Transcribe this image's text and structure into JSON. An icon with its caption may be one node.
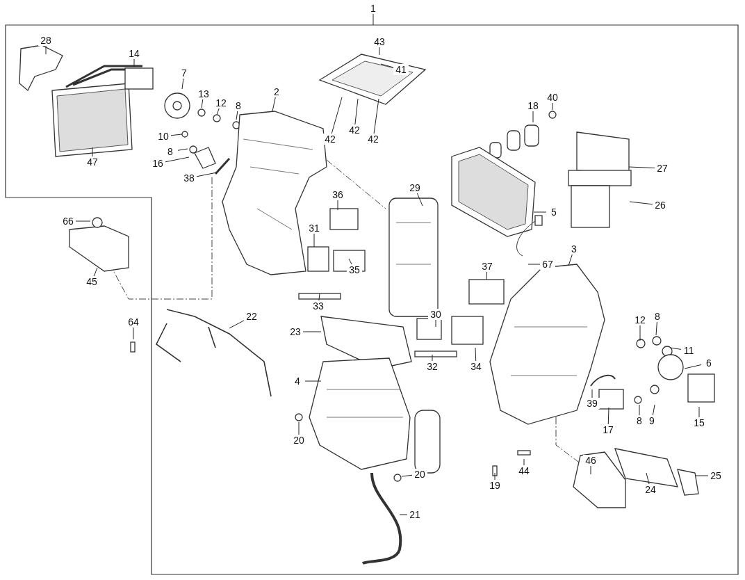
{
  "diagram": {
    "nodes": [
      {
        "text": [
          "1"
        ]
      },
      {
        "text": [
          "28"
        ]
      },
      {
        "text": [
          "43"
        ]
      },
      {
        "text": [
          "14"
        ]
      },
      {
        "text": [
          "41"
        ]
      },
      {
        "text": [
          "7"
        ]
      },
      {
        "text": [
          "2"
        ]
      },
      {
        "text": [
          "13"
        ]
      },
      {
        "text": [
          "12"
        ]
      },
      {
        "text": [
          "8"
        ]
      },
      {
        "text": [
          "40"
        ]
      },
      {
        "text": [
          "18"
        ]
      },
      {
        "text": [
          "10"
        ]
      },
      {
        "text": [
          "8"
        ]
      },
      {
        "text": [
          "42"
        ]
      },
      {
        "text": [
          "42"
        ]
      },
      {
        "text": [
          "42"
        ]
      },
      {
        "text": [
          "16"
        ]
      },
      {
        "text": [
          "47"
        ]
      },
      {
        "text": [
          "27"
        ]
      },
      {
        "text": [
          "38"
        ]
      },
      {
        "text": [
          "29"
        ]
      },
      {
        "text": [
          "36"
        ]
      },
      {
        "text": [
          "26"
        ]
      },
      {
        "text": [
          "5"
        ]
      },
      {
        "text": [
          "66"
        ]
      },
      {
        "text": [
          "31"
        ]
      },
      {
        "text": [
          "3"
        ]
      },
      {
        "text": [
          "37"
        ]
      },
      {
        "text": [
          "67"
        ]
      },
      {
        "text": [
          "35"
        ]
      },
      {
        "text": [
          "45"
        ]
      },
      {
        "text": [
          "33"
        ]
      },
      {
        "text": [
          "30"
        ]
      },
      {
        "text": [
          "22"
        ]
      },
      {
        "text": [
          "8"
        ]
      },
      {
        "text": [
          "12"
        ]
      },
      {
        "text": [
          "64"
        ]
      },
      {
        "text": [
          "23"
        ]
      },
      {
        "text": [
          "11"
        ]
      },
      {
        "text": [
          "6"
        ]
      },
      {
        "text": [
          "32"
        ]
      },
      {
        "text": [
          "34"
        ]
      },
      {
        "text": [
          "4"
        ]
      },
      {
        "text": [
          "39"
        ]
      },
      {
        "text": [
          "8"
        ]
      },
      {
        "text": [
          "9"
        ]
      },
      {
        "text": [
          "15"
        ]
      },
      {
        "text": [
          "17"
        ]
      },
      {
        "text": [
          "20"
        ]
      },
      {
        "text": [
          "46"
        ]
      },
      {
        "text": [
          "44"
        ]
      },
      {
        "text": [
          "20"
        ]
      },
      {
        "text": [
          "25"
        ]
      },
      {
        "text": [
          "19"
        ]
      },
      {
        "text": [
          "24"
        ]
      },
      {
        "text": [
          "21"
        ]
      }
    ],
    "edges": [
      {
        "from": 0,
        "to": null,
        "arrow": "none"
      },
      {
        "from": 1,
        "to": null,
        "arrow": "none"
      },
      {
        "from": 2,
        "to": null,
        "arrow": "none"
      },
      {
        "from": 3,
        "to": null,
        "arrow": "none"
      },
      {
        "from": 4,
        "to": null,
        "arrow": "none"
      },
      {
        "from": 5,
        "to": null,
        "arrow": "none"
      },
      {
        "from": 6,
        "to": null,
        "arrow": "none"
      },
      {
        "from": 7,
        "to": null,
        "arrow": "none"
      },
      {
        "from": 8,
        "to": null,
        "arrow": "none"
      },
      {
        "from": 9,
        "to": null,
        "arrow": "none"
      },
      {
        "from": 10,
        "to": null,
        "arrow": "none"
      },
      {
        "from": 11,
        "to": null,
        "arrow": "none"
      },
      {
        "from": 12,
        "to": null,
        "arrow": "none"
      },
      {
        "from": 13,
        "to": null,
        "arrow": "none"
      },
      {
        "from": 14,
        "to": null,
        "arrow": "none"
      },
      {
        "from": 15,
        "to": null,
        "arrow": "none"
      },
      {
        "from": 16,
        "to": null,
        "arrow": "none"
      },
      {
        "from": 17,
        "to": null,
        "arrow": "none"
      },
      {
        "from": 18,
        "to": null,
        "arrow": "none"
      },
      {
        "from": 19,
        "to": null,
        "arrow": "none"
      },
      {
        "from": 20,
        "to": null,
        "arrow": "none"
      },
      {
        "from": 21,
        "to": null,
        "arrow": "none"
      },
      {
        "from": 22,
        "to": null,
        "arrow": "none"
      },
      {
        "from": 23,
        "to": null,
        "arrow": "none"
      },
      {
        "from": 24,
        "to": null,
        "arrow": "none"
      },
      {
        "from": 25,
        "to": null,
        "arrow": "none"
      },
      {
        "from": 26,
        "to": null,
        "arrow": "none"
      },
      {
        "from": 27,
        "to": null,
        "arrow": "none"
      },
      {
        "from": 28,
        "to": null,
        "arrow": "none"
      },
      {
        "from": 29,
        "to": null,
        "arrow": "none"
      },
      {
        "from": 30,
        "to": null,
        "arrow": "none"
      },
      {
        "from": 31,
        "to": null,
        "arrow": "none"
      },
      {
        "from": 32,
        "to": null,
        "arrow": "none"
      },
      {
        "from": 33,
        "to": null,
        "arrow": "none"
      },
      {
        "from": 34,
        "to": null,
        "arrow": "none"
      },
      {
        "from": 35,
        "to": null,
        "arrow": "none"
      },
      {
        "from": 36,
        "to": null,
        "arrow": "none"
      },
      {
        "from": 37,
        "to": null,
        "arrow": "none"
      },
      {
        "from": 38,
        "to": null,
        "arrow": "none"
      },
      {
        "from": 39,
        "to": null,
        "arrow": "none"
      },
      {
        "from": 40,
        "to": null,
        "arrow": "none"
      },
      {
        "from": 41,
        "to": null,
        "arrow": "none"
      },
      {
        "from": 42,
        "to": null,
        "arrow": "none"
      },
      {
        "from": 43,
        "to": null,
        "arrow": "none"
      },
      {
        "from": 44,
        "to": null,
        "arrow": "none"
      },
      {
        "from": 45,
        "to": null,
        "arrow": "none"
      },
      {
        "from": 46,
        "to": null,
        "arrow": "none"
      },
      {
        "from": 47,
        "to": null,
        "arrow": "none"
      },
      {
        "from": 48,
        "to": null,
        "arrow": "none"
      },
      {
        "from": 49,
        "to": null,
        "arrow": "none"
      },
      {
        "from": 50,
        "to": null,
        "arrow": "none"
      },
      {
        "from": 51,
        "to": null,
        "arrow": "none"
      },
      {
        "from": 52,
        "to": null,
        "arrow": "none"
      },
      {
        "from": 53,
        "to": null,
        "arrow": "none"
      },
      {
        "from": 54,
        "to": null,
        "arrow": "none"
      },
      {
        "from": 55,
        "to": null,
        "arrow": "none"
      },
      {
        "from": 56,
        "to": null,
        "arrow": "none"
      }
    ]
  }
}
